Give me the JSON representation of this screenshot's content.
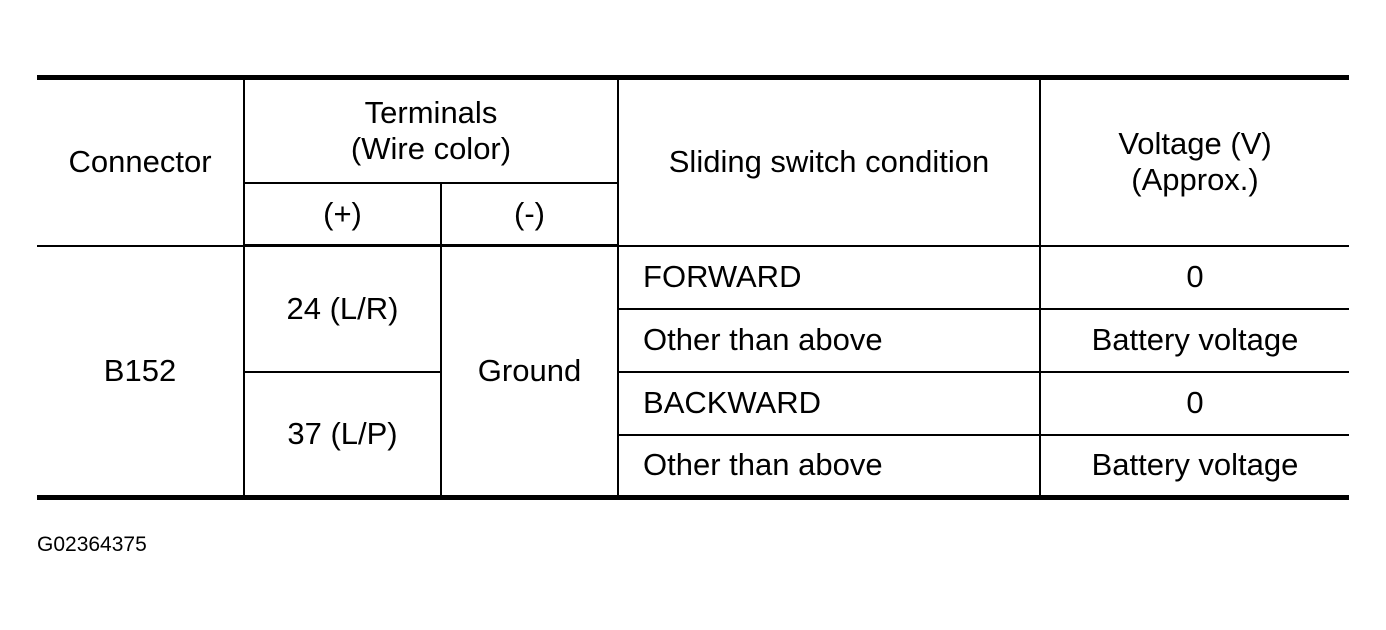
{
  "table": {
    "header": {
      "connector": "Connector",
      "terminals_line1": "Terminals",
      "terminals_line2": "(Wire color)",
      "plus": "(+)",
      "minus": "(-)",
      "condition": "Sliding switch condition",
      "voltage_line1": "Voltage (V)",
      "voltage_line2": "(Approx.)"
    },
    "connector": "B152",
    "ground": "Ground",
    "rows": [
      {
        "terminal": "24 (L/R)",
        "condition": "FORWARD",
        "voltage": "0"
      },
      {
        "condition": "Other than above",
        "voltage": "Battery voltage"
      },
      {
        "terminal": "37 (L/P)",
        "condition": "BACKWARD",
        "voltage": "0"
      },
      {
        "condition": "Other than above",
        "voltage": "Battery voltage"
      }
    ]
  },
  "figure_id": "G02364375"
}
